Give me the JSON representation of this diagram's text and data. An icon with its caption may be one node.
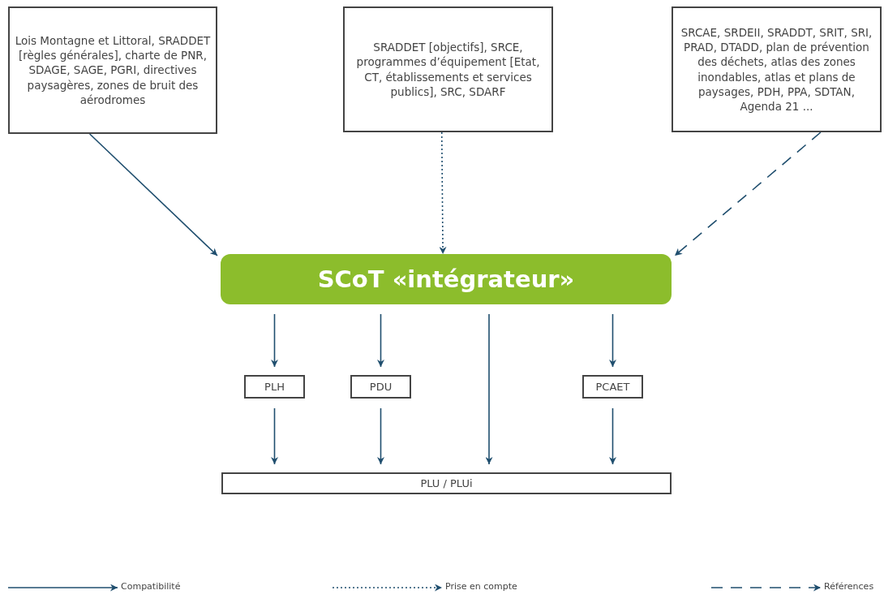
{
  "diagram": {
    "nodes": [
      {
        "text": [
          "Lois Montagne et Littoral, SRADDET [règles générales], charte de PNR, SDAGE, SAGE, PGRI, directives paysagères, zones de bruit des aérodromes"
        ]
      },
      {
        "text": [
          "SRADDET [objectifs], SRCE, programmes d’équipement [Etat, CT, établissements et services publics], SRC, SDARF"
        ]
      },
      {
        "text": [
          "SRCAE, SRDEII, SRADDT, SRIT, SRI, PRAD, DTADD, plan de prévention des déchets, atlas des zones inondables, atlas et plans de paysages, PDH, PPA, SDTAN, Agenda 21 ..."
        ]
      },
      {
        "text": [
          "SCoT «intégrateur»"
        ]
      },
      {
        "text": [
          "PLH"
        ]
      },
      {
        "text": [
          "PDU"
        ]
      },
      {
        "text": [
          "PCAET"
        ]
      },
      {
        "text": [
          "PLU / PLUi"
        ]
      }
    ],
    "edges": [
      {
        "from": 0,
        "to": 3,
        "arrow": "to"
      },
      {
        "from": 1,
        "to": 3,
        "arrow": "to",
        "style": "dashed"
      },
      {
        "from": 2,
        "to": 3,
        "arrow": "to",
        "style": "dashed"
      },
      {
        "from": 3,
        "to": 4,
        "arrow": "to"
      },
      {
        "from": 3,
        "to": 5,
        "arrow": "to"
      },
      {
        "from": 3,
        "to": 7,
        "arrow": "to"
      },
      {
        "from": 3,
        "to": 6,
        "arrow": "to"
      },
      {
        "from": 4,
        "to": 7,
        "arrow": "to"
      },
      {
        "from": 5,
        "to": 7,
        "arrow": "to"
      },
      {
        "from": 6,
        "to": 7,
        "arrow": "to"
      }
    ],
    "legend": [
      {
        "text": "Compatibilité"
      },
      {
        "text": "Prise en compte"
      },
      {
        "text": "Références"
      }
    ]
  }
}
